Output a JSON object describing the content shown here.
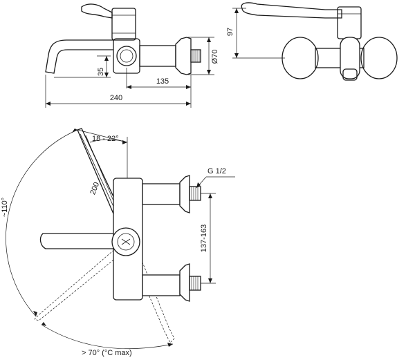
{
  "side_view": {
    "dim_spout_height": "35",
    "dim_inlet_to_outlet": "135",
    "dim_overall_length": "240",
    "dim_escutcheon_diameter": "Ø70"
  },
  "front_view": {
    "dim_handle_height": "97"
  },
  "plan_view": {
    "dim_handle_angle": "18 - 22°",
    "dim_lever_length": "200",
    "dim_thread": "G 1/2",
    "dim_centres": "137-163",
    "dim_spout_swivel": "~110°",
    "dim_lever_rotation": "> 70° (°C max)"
  }
}
